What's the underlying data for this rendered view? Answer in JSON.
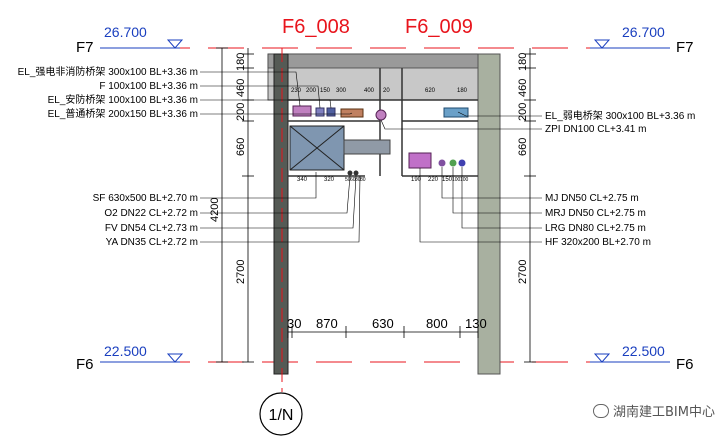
{
  "section_titles": [
    "F6_008",
    "F6_009"
  ],
  "levels": {
    "top": {
      "name": "F7",
      "elevation": "26.700"
    },
    "bottom": {
      "name": "F6",
      "elevation": "22.500"
    }
  },
  "axis_label": "1/N",
  "left_dims": [
    "180",
    "460",
    "200",
    "660",
    "4200",
    "2700"
  ],
  "right_dims": [
    "180",
    "460",
    "200",
    "660",
    "2700"
  ],
  "bottom_dims": [
    "30",
    "870",
    "630",
    "800",
    "130"
  ],
  "top_small_dims": [
    "230",
    "200",
    "150",
    "300",
    "400",
    "20",
    "620",
    "180"
  ],
  "mid_small_dims_left": [
    "340",
    "320",
    "50",
    "60",
    "80",
    "80"
  ],
  "mid_small_dims_right": [
    "190",
    "220",
    "150",
    "100",
    "100"
  ],
  "left_labels_top": [
    "EL_强电非消防桥架 300x100 BL+3.36 m",
    "F 100x100 BL+3.36 m",
    "EL_安防桥架 100x100 BL+3.36 m",
    "EL_普通桥架 200x150 BL+3.36 m"
  ],
  "left_labels_bottom": [
    "SF 630x500 BL+2.70 m",
    "O2 DN22 CL+2.72 m",
    "FV DN54 CL+2.73 m",
    "YA DN35 CL+2.72 m"
  ],
  "right_labels_top": [
    "EL_弱电桥架 300x100 BL+3.36 m",
    "ZPI DN100 CL+3.41 m"
  ],
  "right_labels_bottom": [
    "MJ DN50 CL+2.75 m",
    "MRJ DN50 CL+2.75 m",
    "LRG DN80 CL+2.75 m",
    "HF 320x200 BL+2.70 m"
  ],
  "watermark": "湖南建工BIM中心",
  "colors": {
    "title": "#e8141c",
    "level": "#1a3fbf",
    "dim": "#000000",
    "wall": "#6e7b6e"
  }
}
